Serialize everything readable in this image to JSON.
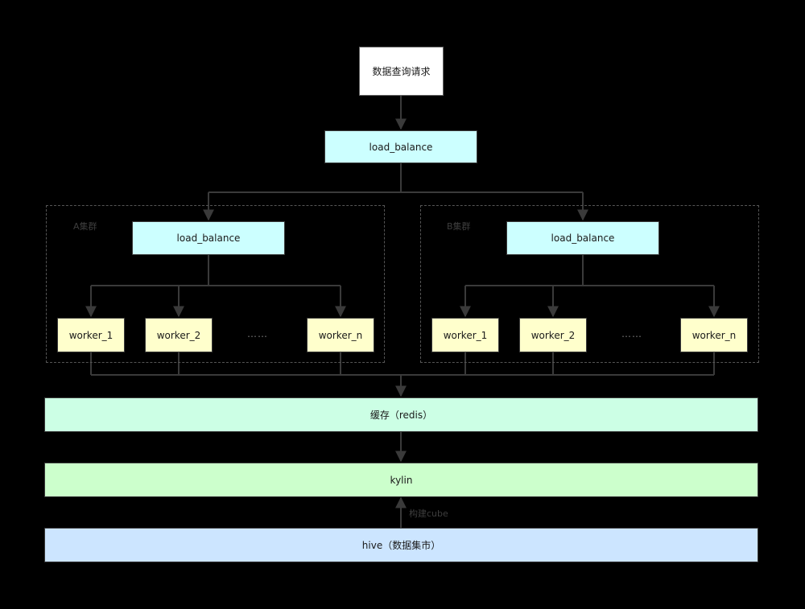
{
  "diagram": {
    "request_node": "数据查询请求",
    "top_load_balance": "load_balance",
    "cluster_a": {
      "label": "A集群",
      "load_balance": "load_balance",
      "workers": [
        "worker_1",
        "worker_2",
        "worker_n"
      ],
      "ellipsis": "……"
    },
    "cluster_b": {
      "label": "B集群",
      "load_balance": "load_balance",
      "workers": [
        "worker_1",
        "worker_2",
        "worker_n"
      ],
      "ellipsis": "……"
    },
    "cache_node": "缓存（redis）",
    "kylin_node": "kylin",
    "build_cube_label": "构建cube",
    "hive_node": "hive（数据集市）"
  },
  "colors": {
    "background": "#000000",
    "connector": "#3a3a3a",
    "request_fill": "#ffffff",
    "load_balance_fill": "#ccffff",
    "worker_fill": "#ffffcc",
    "cache_fill": "#ccffe5",
    "kylin_fill": "#ccffcc",
    "hive_fill": "#cce5ff"
  }
}
